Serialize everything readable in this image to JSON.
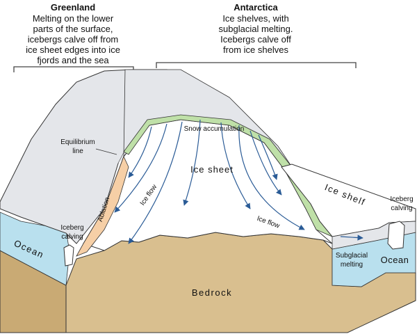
{
  "greenland": {
    "title": "Greenland",
    "lines": [
      "Melting on the lower",
      "parts of the surface,",
      "icebergs calve off from",
      "ice sheet edges into ice",
      "fjords and the sea"
    ]
  },
  "antarctica": {
    "title": "Antarctica",
    "lines": [
      "Ice shelves, with",
      "subglacial melting.",
      "Icebergs calve off",
      "from ice shelves"
    ]
  },
  "labels": {
    "equilibrium_1": "Equilibrium",
    "equilibrium_2": "line",
    "snow_accumulation": "Snow accumulation",
    "ice_sheet": "Ice sheet",
    "ice_shelf": "Ice shelf",
    "ice_flow_left": "Ice flow",
    "ice_flow_right": "Ice flow",
    "ablation": "Ablation",
    "iceberg_calving_left_1": "Iceberg",
    "iceberg_calving_left_2": "calving",
    "iceberg_calving_right_1": "Iceberg",
    "iceberg_calving_right_2": "calving",
    "ocean_left": "Ocean",
    "ocean_right": "Ocean",
    "subglacial_1": "Subglacial",
    "subglacial_2": "melting",
    "bedrock": "Bedrock"
  },
  "colors": {
    "ice_top": "#e4e6ea",
    "ice_white": "#ffffff",
    "snow": "#bfe0a8",
    "ablation": "#f6cfa6",
    "ocean": "#b9e0ee",
    "bedrock": "#d9bf8f",
    "bedrock_side": "#c9aa74",
    "arrow": "#2a5b96",
    "line": "#333333"
  }
}
